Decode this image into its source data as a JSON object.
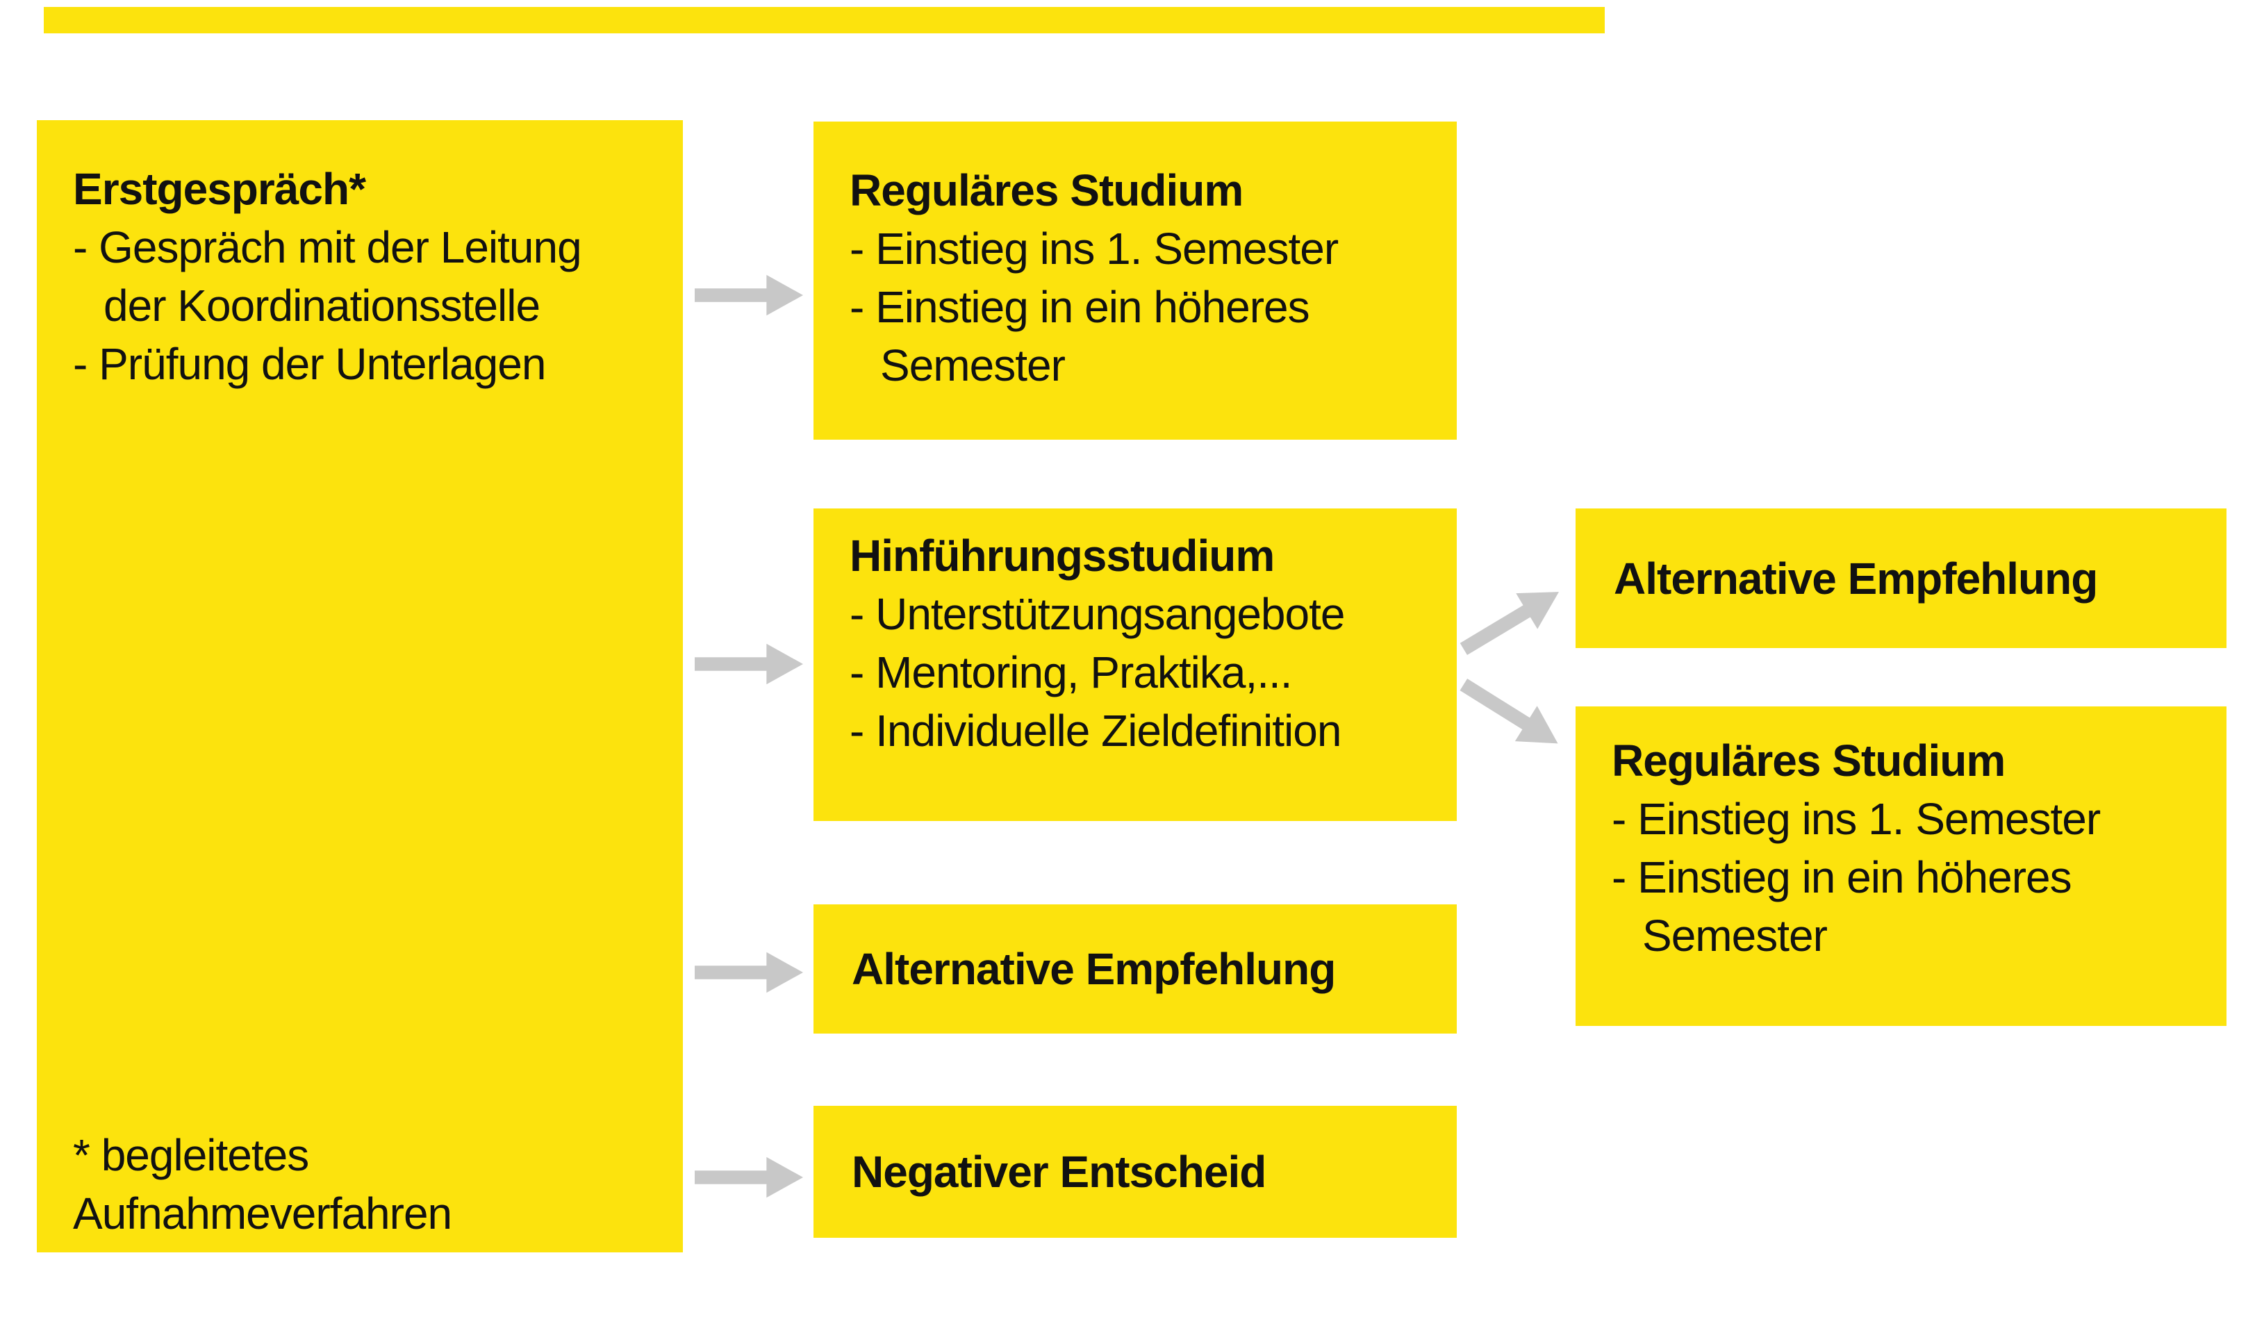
{
  "colors": {
    "box_yellow": "#FCE30D",
    "arrow_gray": "#C8C8C8",
    "text": "#111111",
    "background": "#FFFFFF"
  },
  "boxes": {
    "erstgespraech": {
      "title": "Erstgespräch*",
      "lines": [
        "- Gespräch mit der Leitung",
        "der Koordinationsstelle",
        "- Prüfung der Unterlagen"
      ],
      "footnote_line1": "* begleitetes",
      "footnote_line2": "Aufnahmeverfahren"
    },
    "regulaeres_studium_mitte": {
      "title": "Reguläres Studium",
      "lines": [
        "- Einstieg ins 1. Semester",
        "- Einstieg in ein höheres",
        "Semester"
      ]
    },
    "hinfuehrungsstudium": {
      "title": "Hinführungsstudium",
      "lines": [
        "- Unterstützungsangebote",
        "- Mentoring, Praktika,...",
        "- Individuelle Zieldefinition"
      ]
    },
    "alternative_empfehlung_mitte": {
      "title": "Alternative Empfehlung"
    },
    "negativer_entscheid": {
      "title": "Negativer Entscheid"
    },
    "alternative_empfehlung_rechts": {
      "title": "Alternative Empfehlung"
    },
    "regulaeres_studium_rechts": {
      "title": "Reguläres Studium",
      "lines": [
        "- Einstieg ins 1. Semester",
        "- Einstieg in ein höheres",
        "Semester"
      ]
    }
  }
}
